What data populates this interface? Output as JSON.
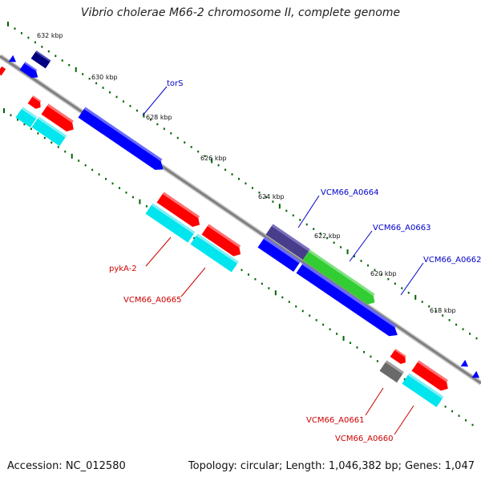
{
  "title": "Vibrio cholerae M66-2 chromosome II, complete genome",
  "footer": {
    "accession": "Accession: NC_012580",
    "stats": "Topology: circular; Length: 1,046,382 bp; Genes: 1,047"
  },
  "colors": {
    "backbone": "#888888",
    "tick": "#006400",
    "gene_red": "#ff0000",
    "gene_cyan": "#00e5ee",
    "gene_blue": "#0000ff",
    "gene_navy": "#000080",
    "gene_purple": "#483d8b",
    "gene_green": "#32cd32",
    "gene_gray": "#696969",
    "label_blue": "#0000cc",
    "label_red": "#cc0000"
  },
  "scale_labels": [
    "632 kbp",
    "630 kbp",
    "628 kbp",
    "626 kbp",
    "624 kbp",
    "622 kbp",
    "620 kbp",
    "618 kbp"
  ],
  "gene_labels": [
    {
      "text": "torS",
      "color": "blue"
    },
    {
      "text": "VCM66_A0664",
      "color": "blue"
    },
    {
      "text": "VCM66_A0663",
      "color": "blue"
    },
    {
      "text": "VCM66_A0662",
      "color": "blue"
    },
    {
      "text": "pykA-2",
      "color": "red"
    },
    {
      "text": "VCM66_A0665",
      "color": "red"
    },
    {
      "text": "VCM66_A0661",
      "color": "red"
    },
    {
      "text": "VCM66_A0660",
      "color": "red"
    }
  ]
}
